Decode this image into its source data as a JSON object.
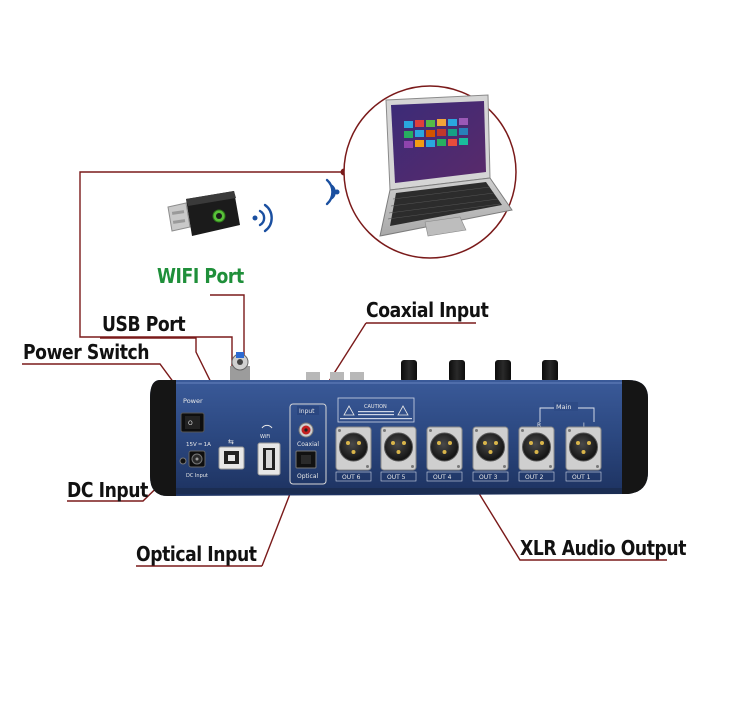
{
  "labels": {
    "wifi_port": "WIFI Port",
    "usb_port": "USB Port",
    "power_switch": "Power Switch",
    "coaxial_input": "Coaxial Input",
    "dc_input": "DC Input",
    "optical_input": "Optical Input",
    "xlr_audio_output": "XLR Audio Output"
  },
  "panel": {
    "power": "Power",
    "dc_spec": "15V ═ 1A",
    "dc_label": "DC Input",
    "wifi_text": "WiFi",
    "input_box": "Input",
    "coaxial": "Coaxial",
    "optical": "Optical",
    "main": "Main",
    "r": "R",
    "l": "L",
    "caution": "CAUTION",
    "outputs": [
      "OUT 6",
      "OUT 5",
      "OUT 4",
      "OUT 3",
      "OUT 2",
      "OUT 1"
    ]
  },
  "colors": {
    "leader": "#7a1a1a",
    "panel": "#2d4a85",
    "wifi_label": "#1f8f3a",
    "wave": "#1a4fa0"
  },
  "icons": [
    "wifi-dongle-icon",
    "signal-waves-icon",
    "laptop-icon",
    "xlr-connector-icon",
    "usb-b-icon",
    "usb-a-icon",
    "rca-jack-icon",
    "optical-jack-icon",
    "dc-jack-icon",
    "power-rocker-icon"
  ]
}
